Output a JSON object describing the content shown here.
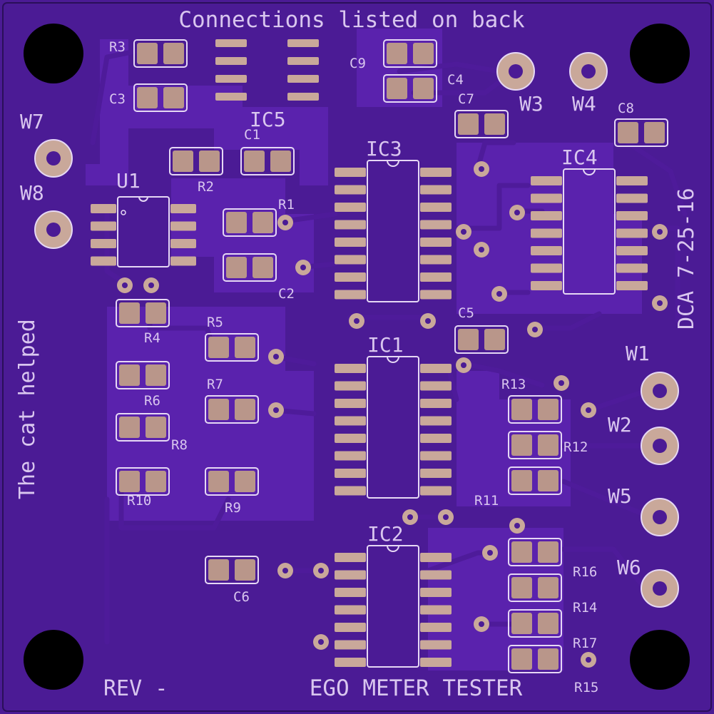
{
  "colors": {
    "board": "#4b1b95",
    "copper_pour": "#5a22ad",
    "silkscreen": "#d9c6ef",
    "pad": "#b9968a",
    "hole": "#000000"
  },
  "board": {
    "top_text": "Connections listed on back",
    "left_text": "The cat helped",
    "right_text": "DCA 7-25-16",
    "bottom_left_text": "REV -",
    "bottom_text": "EGO METER TESTER"
  },
  "ics": {
    "IC1": "IC1",
    "IC2": "IC2",
    "IC3": "IC3",
    "IC4": "IC4",
    "IC5": "IC5",
    "U1": "U1"
  },
  "resistors": {
    "R1": "R1",
    "R2": "R2",
    "R3": "R3",
    "R4": "R4",
    "R5": "R5",
    "R6": "R6",
    "R7": "R7",
    "R8": "R8",
    "R9": "R9",
    "R10": "R10",
    "R11": "R11",
    "R12": "R12",
    "R13": "R13",
    "R14": "R14",
    "R15": "R15",
    "R16": "R16",
    "R17": "R17"
  },
  "capacitors": {
    "C1": "C1",
    "C2": "C2",
    "C3": "C3",
    "C4": "C4",
    "C5": "C5",
    "C6": "C6",
    "C7": "C7",
    "C8": "C8",
    "C9": "C9"
  },
  "wires": {
    "W1": "W1",
    "W2": "W2",
    "W3": "W3",
    "W4": "W4",
    "W5": "W5",
    "W6": "W6",
    "W7": "W7",
    "W8": "W8"
  }
}
